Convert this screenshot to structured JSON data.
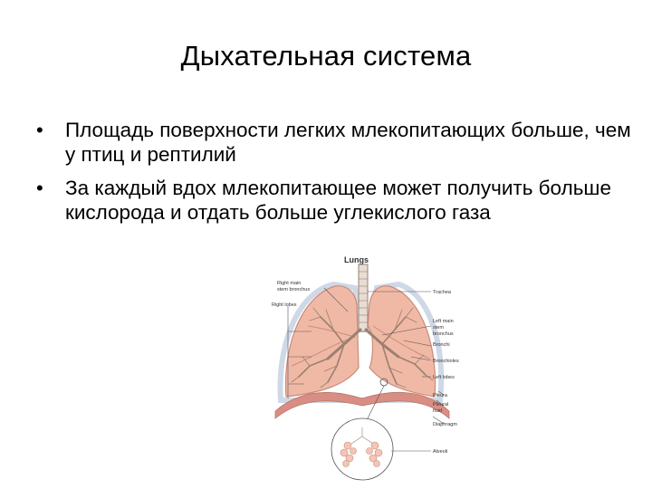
{
  "slide": {
    "title": "Дыхательная система",
    "bullets": [
      "Площадь поверхности легких млекопитающих больше, чем у птиц и рептилий",
      "За каждый вдох млекопитающее может получить больше кислорода и отдать больше углекислого газа"
    ],
    "bullet_symbol": "•"
  },
  "figure": {
    "title": "Lungs",
    "labels": {
      "right_main_stem_bronchus": [
        "Right main",
        "stem bronchus"
      ],
      "right_lobes": "Right lobes",
      "trachea": "Trachea",
      "left_main_stem_bronchus": [
        "Left main",
        "stem",
        "bronchus"
      ],
      "bronchi": "Bronchi",
      "bronchioles": "Bronchioles",
      "left_lobes": "Left lobes",
      "pleura": "Pleura",
      "pleural_fluid": [
        "Pleural",
        "fluid"
      ],
      "diaphragm": "Diaphragm",
      "alveoli": "Alveoli"
    },
    "colors": {
      "lung_fill": "#f0b9a6",
      "lung_stroke": "#c98b7a",
      "pleura": "#cfd8e6",
      "diaphragm": "#d98e84",
      "airway": "#9a8070",
      "leader": "#555555"
    }
  }
}
